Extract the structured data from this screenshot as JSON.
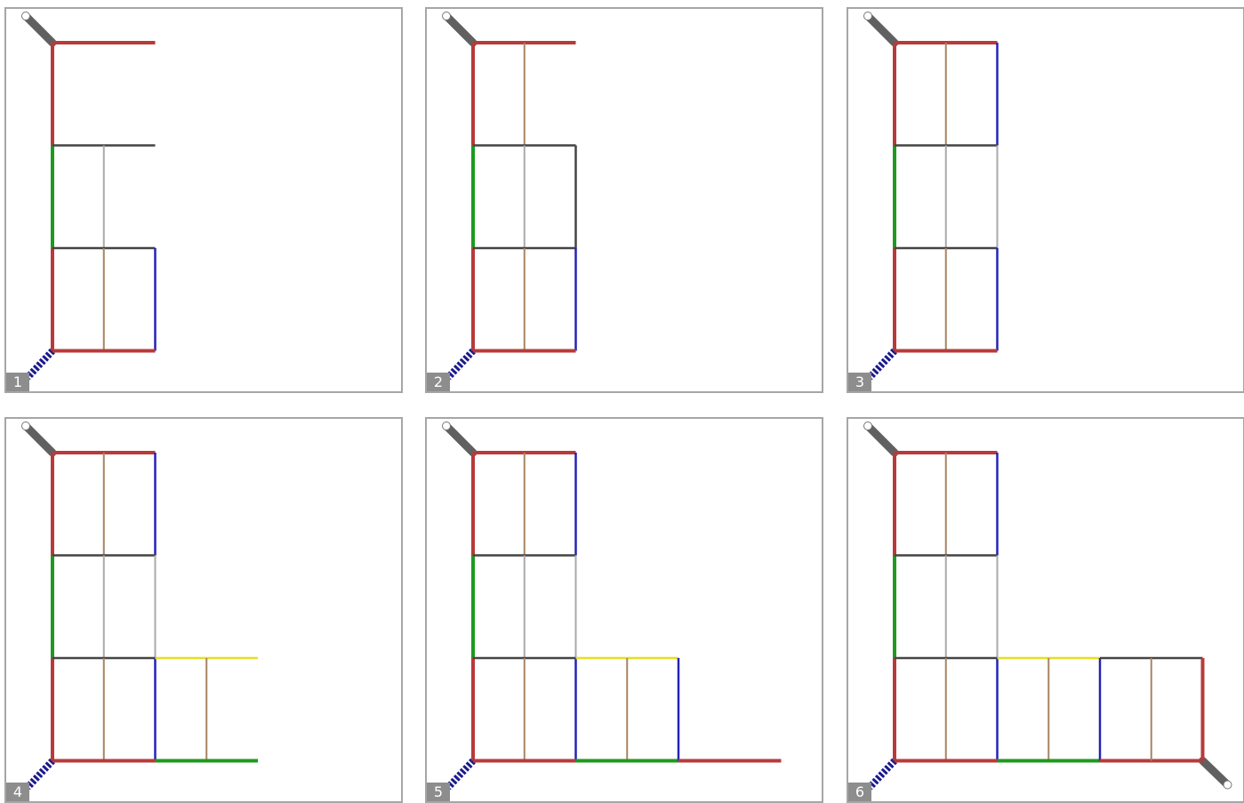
{
  "colors": {
    "red": "#b83a3a",
    "green": "#1e9a1e",
    "blue": "#2323b8",
    "dark": "#444444",
    "gray": "#aaaaaa",
    "brown": "#a88462",
    "yellow": "#e5e020",
    "rod": "#606060"
  },
  "panels": [
    {
      "step": "1",
      "beams": [
        [
          "red",
          0,
          0,
          1,
          0
        ],
        [
          "red",
          0,
          0,
          0,
          1
        ],
        [
          "green",
          0,
          1,
          0,
          2
        ],
        [
          "red",
          0,
          2,
          0,
          3
        ],
        [
          "dark",
          0,
          1,
          1,
          1
        ],
        [
          "gray",
          0.5,
          1,
          0.5,
          2
        ],
        [
          "dark",
          0,
          2,
          1,
          2
        ],
        [
          "brown",
          0.5,
          2,
          0.5,
          3
        ],
        [
          "blue",
          1,
          2,
          1,
          3
        ],
        [
          "red",
          0,
          3,
          1,
          3
        ]
      ],
      "caps": [
        "top-left-white",
        "bottom-left-blue"
      ]
    },
    {
      "step": "2",
      "beams": [
        [
          "red",
          0,
          0,
          1,
          0
        ],
        [
          "red",
          0,
          0,
          0,
          1
        ],
        [
          "brown",
          0.5,
          0,
          0.5,
          1
        ],
        [
          "green",
          0,
          1,
          0,
          2
        ],
        [
          "red",
          0,
          2,
          0,
          3
        ],
        [
          "dark",
          0,
          1,
          1,
          1
        ],
        [
          "gray",
          0.5,
          1,
          0.5,
          2
        ],
        [
          "dark",
          1,
          1,
          1,
          2
        ],
        [
          "dark",
          0,
          2,
          1,
          2
        ],
        [
          "brown",
          0.5,
          2,
          0.5,
          3
        ],
        [
          "blue",
          1,
          2,
          1,
          3
        ],
        [
          "red",
          0,
          3,
          1,
          3
        ]
      ],
      "caps": [
        "top-left-white",
        "bottom-left-blue"
      ]
    },
    {
      "step": "3",
      "beams": [
        [
          "red",
          0,
          0,
          1,
          0
        ],
        [
          "red",
          0,
          0,
          0,
          1
        ],
        [
          "brown",
          0.5,
          0,
          0.5,
          1
        ],
        [
          "blue",
          1,
          0,
          1,
          1
        ],
        [
          "green",
          0,
          1,
          0,
          2
        ],
        [
          "red",
          0,
          2,
          0,
          3
        ],
        [
          "dark",
          0,
          1,
          1,
          1
        ],
        [
          "gray",
          0.5,
          1,
          0.5,
          2
        ],
        [
          "gray",
          1,
          1,
          1,
          2
        ],
        [
          "dark",
          0,
          2,
          1,
          2
        ],
        [
          "brown",
          0.5,
          2,
          0.5,
          3
        ],
        [
          "blue",
          1,
          2,
          1,
          3
        ],
        [
          "red",
          0,
          3,
          1,
          3
        ]
      ],
      "caps": [
        "top-left-white",
        "bottom-left-blue"
      ]
    },
    {
      "step": "4",
      "beams": [
        [
          "red",
          0,
          0,
          1,
          0
        ],
        [
          "red",
          0,
          0,
          0,
          1
        ],
        [
          "brown",
          0.5,
          0,
          0.5,
          1
        ],
        [
          "blue",
          1,
          0,
          1,
          1
        ],
        [
          "green",
          0,
          1,
          0,
          2
        ],
        [
          "red",
          0,
          2,
          0,
          3
        ],
        [
          "dark",
          0,
          1,
          1,
          1
        ],
        [
          "gray",
          0.5,
          1,
          0.5,
          2
        ],
        [
          "gray",
          1,
          1,
          1,
          2
        ],
        [
          "dark",
          0,
          2,
          1,
          2
        ],
        [
          "brown",
          0.5,
          2,
          0.5,
          3
        ],
        [
          "blue",
          1,
          2,
          1,
          3
        ],
        [
          "red",
          0,
          3,
          1,
          3
        ],
        [
          "yellow",
          1,
          2,
          2,
          2
        ],
        [
          "brown",
          1.5,
          2,
          1.5,
          3
        ],
        [
          "green",
          1,
          3,
          2,
          3
        ]
      ],
      "caps": [
        "top-left-white",
        "bottom-left-blue"
      ]
    },
    {
      "step": "5",
      "beams": [
        [
          "red",
          0,
          0,
          1,
          0
        ],
        [
          "red",
          0,
          0,
          0,
          1
        ],
        [
          "brown",
          0.5,
          0,
          0.5,
          1
        ],
        [
          "blue",
          1,
          0,
          1,
          1
        ],
        [
          "green",
          0,
          1,
          0,
          2
        ],
        [
          "red",
          0,
          2,
          0,
          3
        ],
        [
          "dark",
          0,
          1,
          1,
          1
        ],
        [
          "gray",
          0.5,
          1,
          0.5,
          2
        ],
        [
          "gray",
          1,
          1,
          1,
          2
        ],
        [
          "dark",
          0,
          2,
          1,
          2
        ],
        [
          "brown",
          0.5,
          2,
          0.5,
          3
        ],
        [
          "blue",
          1,
          2,
          1,
          3
        ],
        [
          "red",
          0,
          3,
          1,
          3
        ],
        [
          "yellow",
          1,
          2,
          2,
          2
        ],
        [
          "brown",
          1.5,
          2,
          1.5,
          3
        ],
        [
          "green",
          1,
          3,
          2,
          3
        ],
        [
          "blue",
          2,
          2,
          2,
          3
        ],
        [
          "red",
          2,
          3,
          3,
          3
        ]
      ],
      "caps": [
        "top-left-white",
        "bottom-left-blue"
      ]
    },
    {
      "step": "6",
      "beams": [
        [
          "red",
          0,
          0,
          1,
          0
        ],
        [
          "red",
          0,
          0,
          0,
          1
        ],
        [
          "brown",
          0.5,
          0,
          0.5,
          1
        ],
        [
          "blue",
          1,
          0,
          1,
          1
        ],
        [
          "green",
          0,
          1,
          0,
          2
        ],
        [
          "red",
          0,
          2,
          0,
          3
        ],
        [
          "dark",
          0,
          1,
          1,
          1
        ],
        [
          "gray",
          0.5,
          1,
          0.5,
          2
        ],
        [
          "gray",
          1,
          1,
          1,
          2
        ],
        [
          "dark",
          0,
          2,
          1,
          2
        ],
        [
          "brown",
          0.5,
          2,
          0.5,
          3
        ],
        [
          "blue",
          1,
          2,
          1,
          3
        ],
        [
          "red",
          0,
          3,
          1,
          3
        ],
        [
          "yellow",
          1,
          2,
          2,
          2
        ],
        [
          "brown",
          1.5,
          2,
          1.5,
          3
        ],
        [
          "green",
          1,
          3,
          2,
          3
        ],
        [
          "blue",
          2,
          2,
          2,
          3
        ],
        [
          "red",
          2,
          3,
          3,
          3
        ],
        [
          "dark",
          2,
          2,
          3,
          2
        ],
        [
          "brown",
          2.5,
          2,
          2.5,
          3
        ],
        [
          "red",
          3,
          2,
          3,
          3
        ]
      ],
      "caps": [
        "top-left-white",
        "bottom-left-blue",
        "bottom-right-white"
      ]
    }
  ]
}
